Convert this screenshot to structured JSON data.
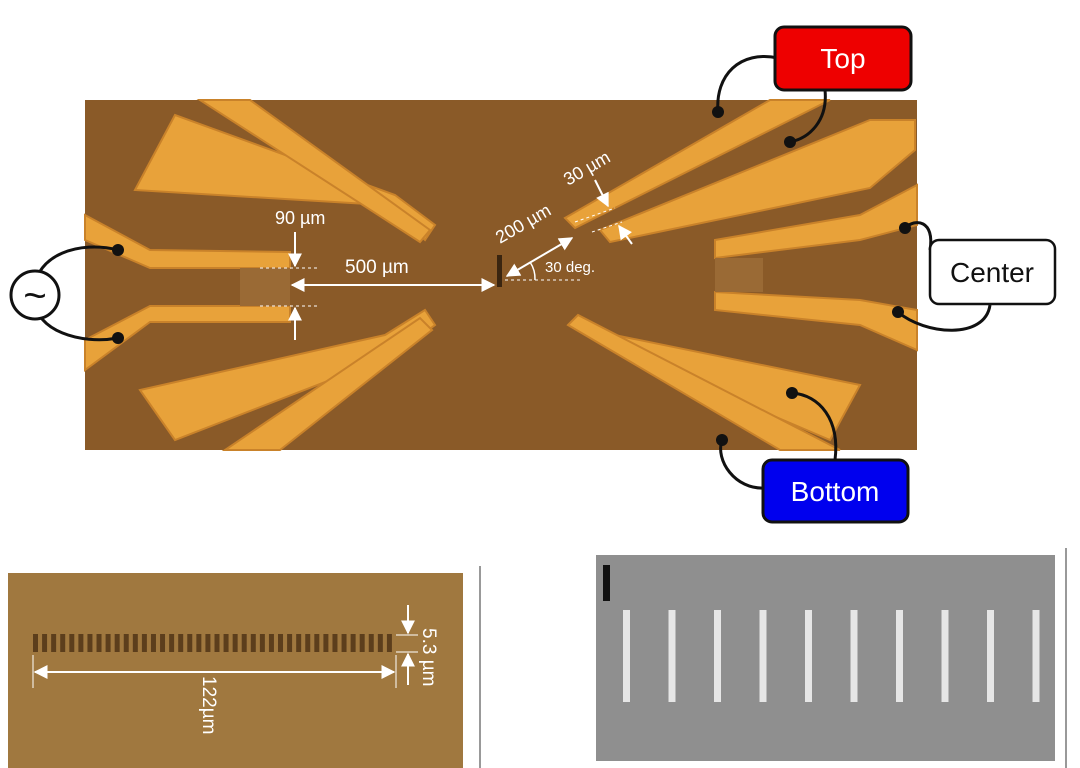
{
  "colors": {
    "substrate": "#8a5a28",
    "gold": "#e8a23a",
    "gold_edge": "#c9822a",
    "top_box": "#ee0000",
    "bottom_box": "#0000ee",
    "center_box": "#ffffff",
    "sem_background": "#8f8f8f",
    "sem_lines": "#e6e6e6",
    "micrograph_background": "#a0783f"
  },
  "top_panel": {
    "labels": {
      "top": "Top",
      "center": "Center",
      "bottom": "Bottom",
      "ac_source_symbol": "~"
    },
    "dimensions": {
      "gap_width": "90 µm",
      "separation": "500 µm",
      "length": "200 µm",
      "tip_width": "30 µm",
      "angle": "30 deg."
    }
  },
  "bottom_left_panel": {
    "dimensions": {
      "period_height": "5.3 µm",
      "array_length": "122µm"
    },
    "grating_count": 40
  },
  "bottom_right_panel": {
    "line_count": 10,
    "scale_bar_icon": "scale-bar-icon"
  }
}
